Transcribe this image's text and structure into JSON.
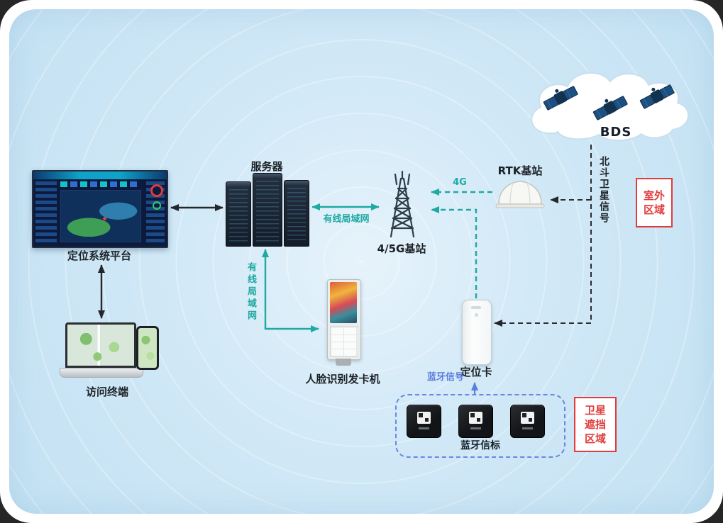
{
  "colors": {
    "teal": "#1fa9a2",
    "blue": "#5a7de0",
    "red": "#e23b3b",
    "ink": "#1c2126",
    "background": "#cde7f6"
  },
  "nodes": {
    "platform": {
      "label": "定位系统平台"
    },
    "terminal": {
      "label": "访问终端"
    },
    "server": {
      "label": "服务器"
    },
    "tower": {
      "label": "4/5G基站"
    },
    "rtk": {
      "label": "RTK基站"
    },
    "bds": {
      "label": "BDS"
    },
    "card": {
      "label": "定位卡"
    },
    "kiosk": {
      "label": "人脸识别发卡机"
    },
    "beacons": {
      "label": "蓝牙信标"
    }
  },
  "links": {
    "lan_horizontal": {
      "label": "有线局域网"
    },
    "lan_vertical": {
      "label": "有线局域网"
    },
    "cellular": {
      "label": "4G"
    },
    "beidou_signal": {
      "label": "北斗卫星信号"
    },
    "bluetooth_signal": {
      "label": "蓝牙信号"
    }
  },
  "zones": {
    "outdoor": {
      "label": "室外区域"
    },
    "satellite_blocked": {
      "label": "卫星遮挡区域"
    }
  }
}
